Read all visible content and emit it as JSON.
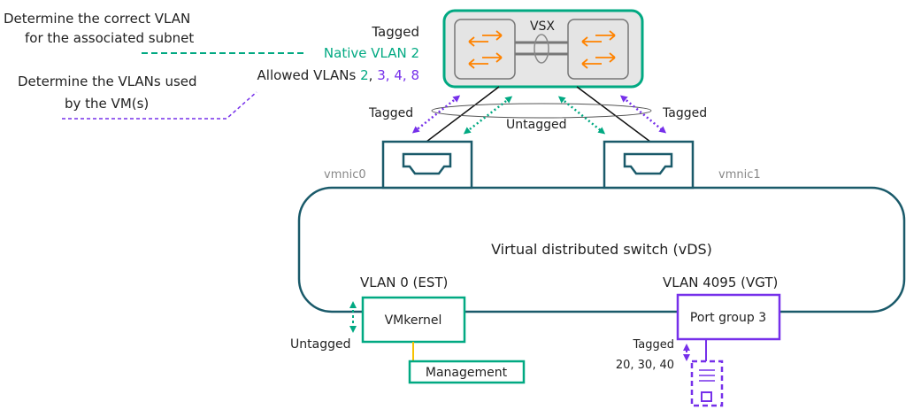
{
  "colors": {
    "green": "#01a982",
    "purple": "#7630ea",
    "teal": "#1a5a6a",
    "orange": "#ff8300",
    "grey_box": "#e6e6e6",
    "grey_border": "#777777",
    "text": "#222222",
    "muted": "#888888",
    "yellow": "#f7c200"
  },
  "annotations": {
    "native_note_line1": "Determine the correct VLAN",
    "native_note_line2": "for the associated subnet",
    "vm_note_line1": "Determine the VLANs used",
    "vm_note_line2": "by the VM(s)"
  },
  "uplink": {
    "tagged_label": "Tagged",
    "native_vlan_label": "Native VLAN 2",
    "allowed_prefix": "Allowed VLANs",
    "allowed_native": "2",
    "allowed_sep1": ",",
    "allowed_vlan_3": "3",
    "allowed_sep2": ",",
    "allowed_vlan_4": "4",
    "allowed_sep3": ",",
    "allowed_vlan_8": "8"
  },
  "vsx": {
    "label": "VSX",
    "icon": "switch-arrows-icon"
  },
  "links": {
    "left_tagged": "Tagged",
    "right_tagged": "Tagged",
    "untagged": "Untagged"
  },
  "nics": [
    {
      "label": "vmnic0",
      "icon": "ethernet-port-icon"
    },
    {
      "label": "vmnic1",
      "icon": "ethernet-port-icon"
    }
  ],
  "vds": {
    "title": "Virtual distributed switch (vDS)"
  },
  "port_groups": {
    "vmkernel": {
      "vlan_label": "VLAN 0 (EST)",
      "name": "VMkernel",
      "mode_label": "Untagged",
      "child": "Management"
    },
    "pg3": {
      "vlan_label": "VLAN 4095 (VGT)",
      "name": "Port group 3",
      "mode_label": "Tagged",
      "vlans": "20, 30, 40",
      "vm_icon": "server-vm-icon"
    }
  }
}
